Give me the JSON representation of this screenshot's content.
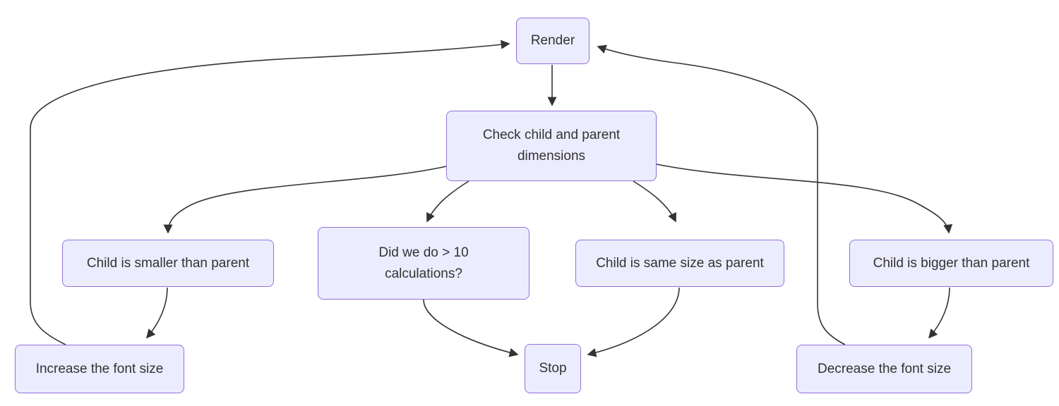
{
  "theme": {
    "node_fill": "#ECECFF",
    "node_border": "#9370DB",
    "edge_color": "#333333",
    "text_color": "#333333",
    "canvas_bg": "#FFFFFF"
  },
  "diagram": {
    "type": "flowchart",
    "direction": "top-down",
    "nodes": {
      "render": {
        "id": "render",
        "lines": [
          "Render"
        ]
      },
      "check": {
        "id": "check",
        "lines": [
          "Check child and parent",
          "dimensions"
        ]
      },
      "child_smaller": {
        "id": "child_smaller",
        "lines": [
          "Child is smaller than parent"
        ]
      },
      "calculations": {
        "id": "calculations",
        "lines": [
          "Did we do > 10",
          "calculations?"
        ]
      },
      "child_same": {
        "id": "child_same",
        "lines": [
          "Child is same size as parent"
        ]
      },
      "child_bigger": {
        "id": "child_bigger",
        "lines": [
          "Child is bigger than parent"
        ]
      },
      "increase_font": {
        "id": "increase_font",
        "lines": [
          "Increase the font size"
        ]
      },
      "stop": {
        "id": "stop",
        "lines": [
          "Stop"
        ]
      },
      "decrease_font": {
        "id": "decrease_font",
        "lines": [
          "Decrease the font size"
        ]
      }
    },
    "edges": [
      {
        "from": "render",
        "to": "check"
      },
      {
        "from": "check",
        "to": "child_smaller"
      },
      {
        "from": "check",
        "to": "calculations"
      },
      {
        "from": "check",
        "to": "child_same"
      },
      {
        "from": "check",
        "to": "child_bigger"
      },
      {
        "from": "child_smaller",
        "to": "increase_font"
      },
      {
        "from": "calculations",
        "to": "stop"
      },
      {
        "from": "child_same",
        "to": "stop"
      },
      {
        "from": "child_bigger",
        "to": "decrease_font"
      },
      {
        "from": "increase_font",
        "to": "render"
      },
      {
        "from": "decrease_font",
        "to": "render"
      }
    ]
  }
}
